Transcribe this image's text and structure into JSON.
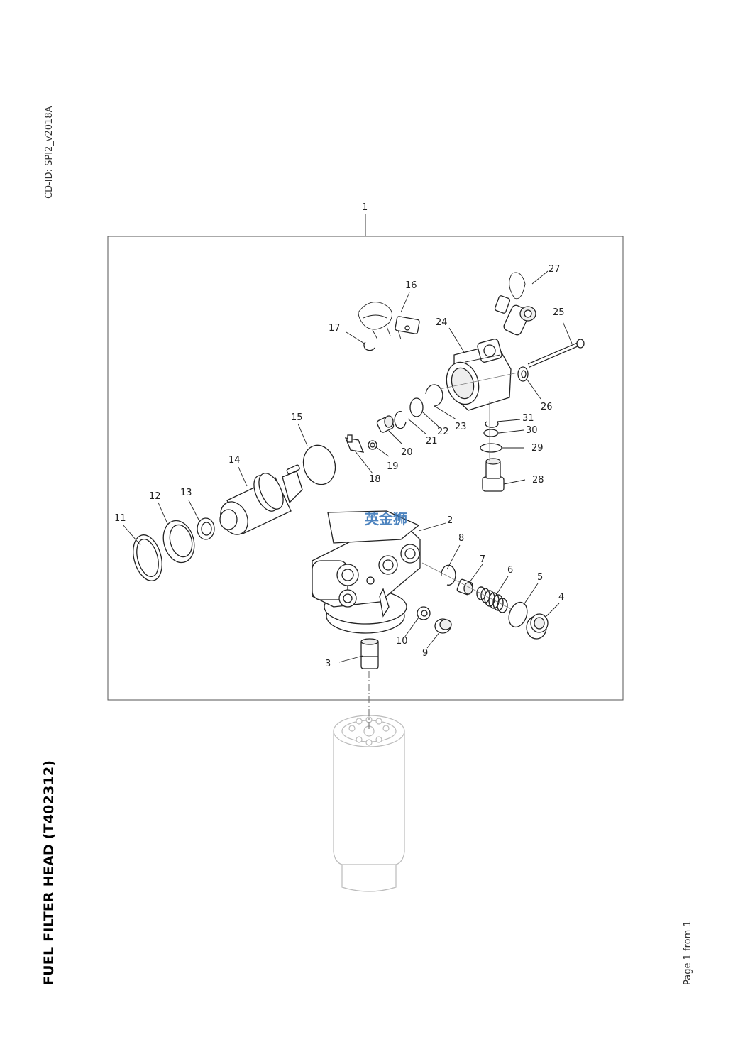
{
  "document": {
    "cd_id": "CD-ID: SPI2_v2018A",
    "title": "FUEL FILTER HEAD (T402312)",
    "page_footer": "Page 1 from 1",
    "watermark": "英金狮"
  },
  "callouts": [
    "1",
    "2",
    "3",
    "4",
    "5",
    "6",
    "7",
    "8",
    "9",
    "10",
    "11",
    "12",
    "13",
    "14",
    "15",
    "16",
    "17",
    "18",
    "19",
    "20",
    "21",
    "22",
    "23",
    "24",
    "25",
    "26",
    "27",
    "28",
    "29",
    "30",
    "31"
  ]
}
